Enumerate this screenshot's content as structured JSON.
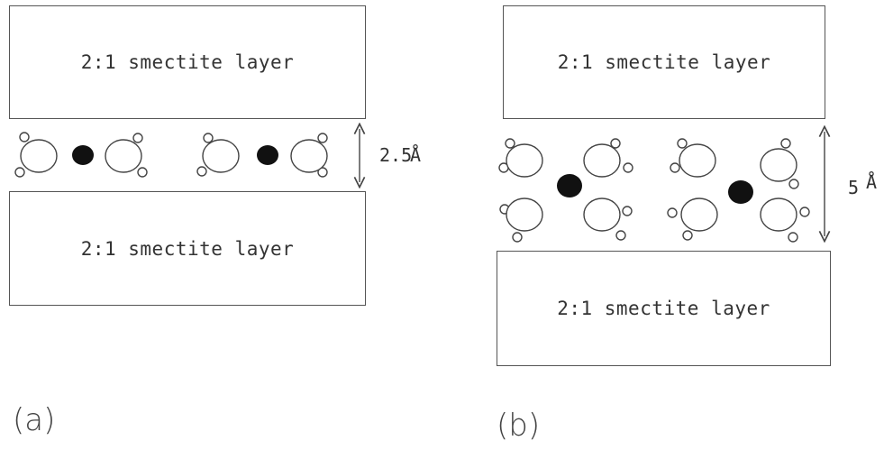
{
  "panel_a": {
    "label": "(a)",
    "top_layer": "2:1 smectite layer",
    "bottom_layer": "2:1 smectite layer",
    "spacing_value": "2.5",
    "spacing_unit": "Å"
  },
  "panel_b": {
    "label": "(b)",
    "top_layer": "2:1 smectite layer",
    "bottom_layer": "2:1 smectite layer",
    "spacing_value": "5",
    "spacing_unit": "Å"
  },
  "colors": {
    "cation": "#111111",
    "outline": "#444444"
  }
}
